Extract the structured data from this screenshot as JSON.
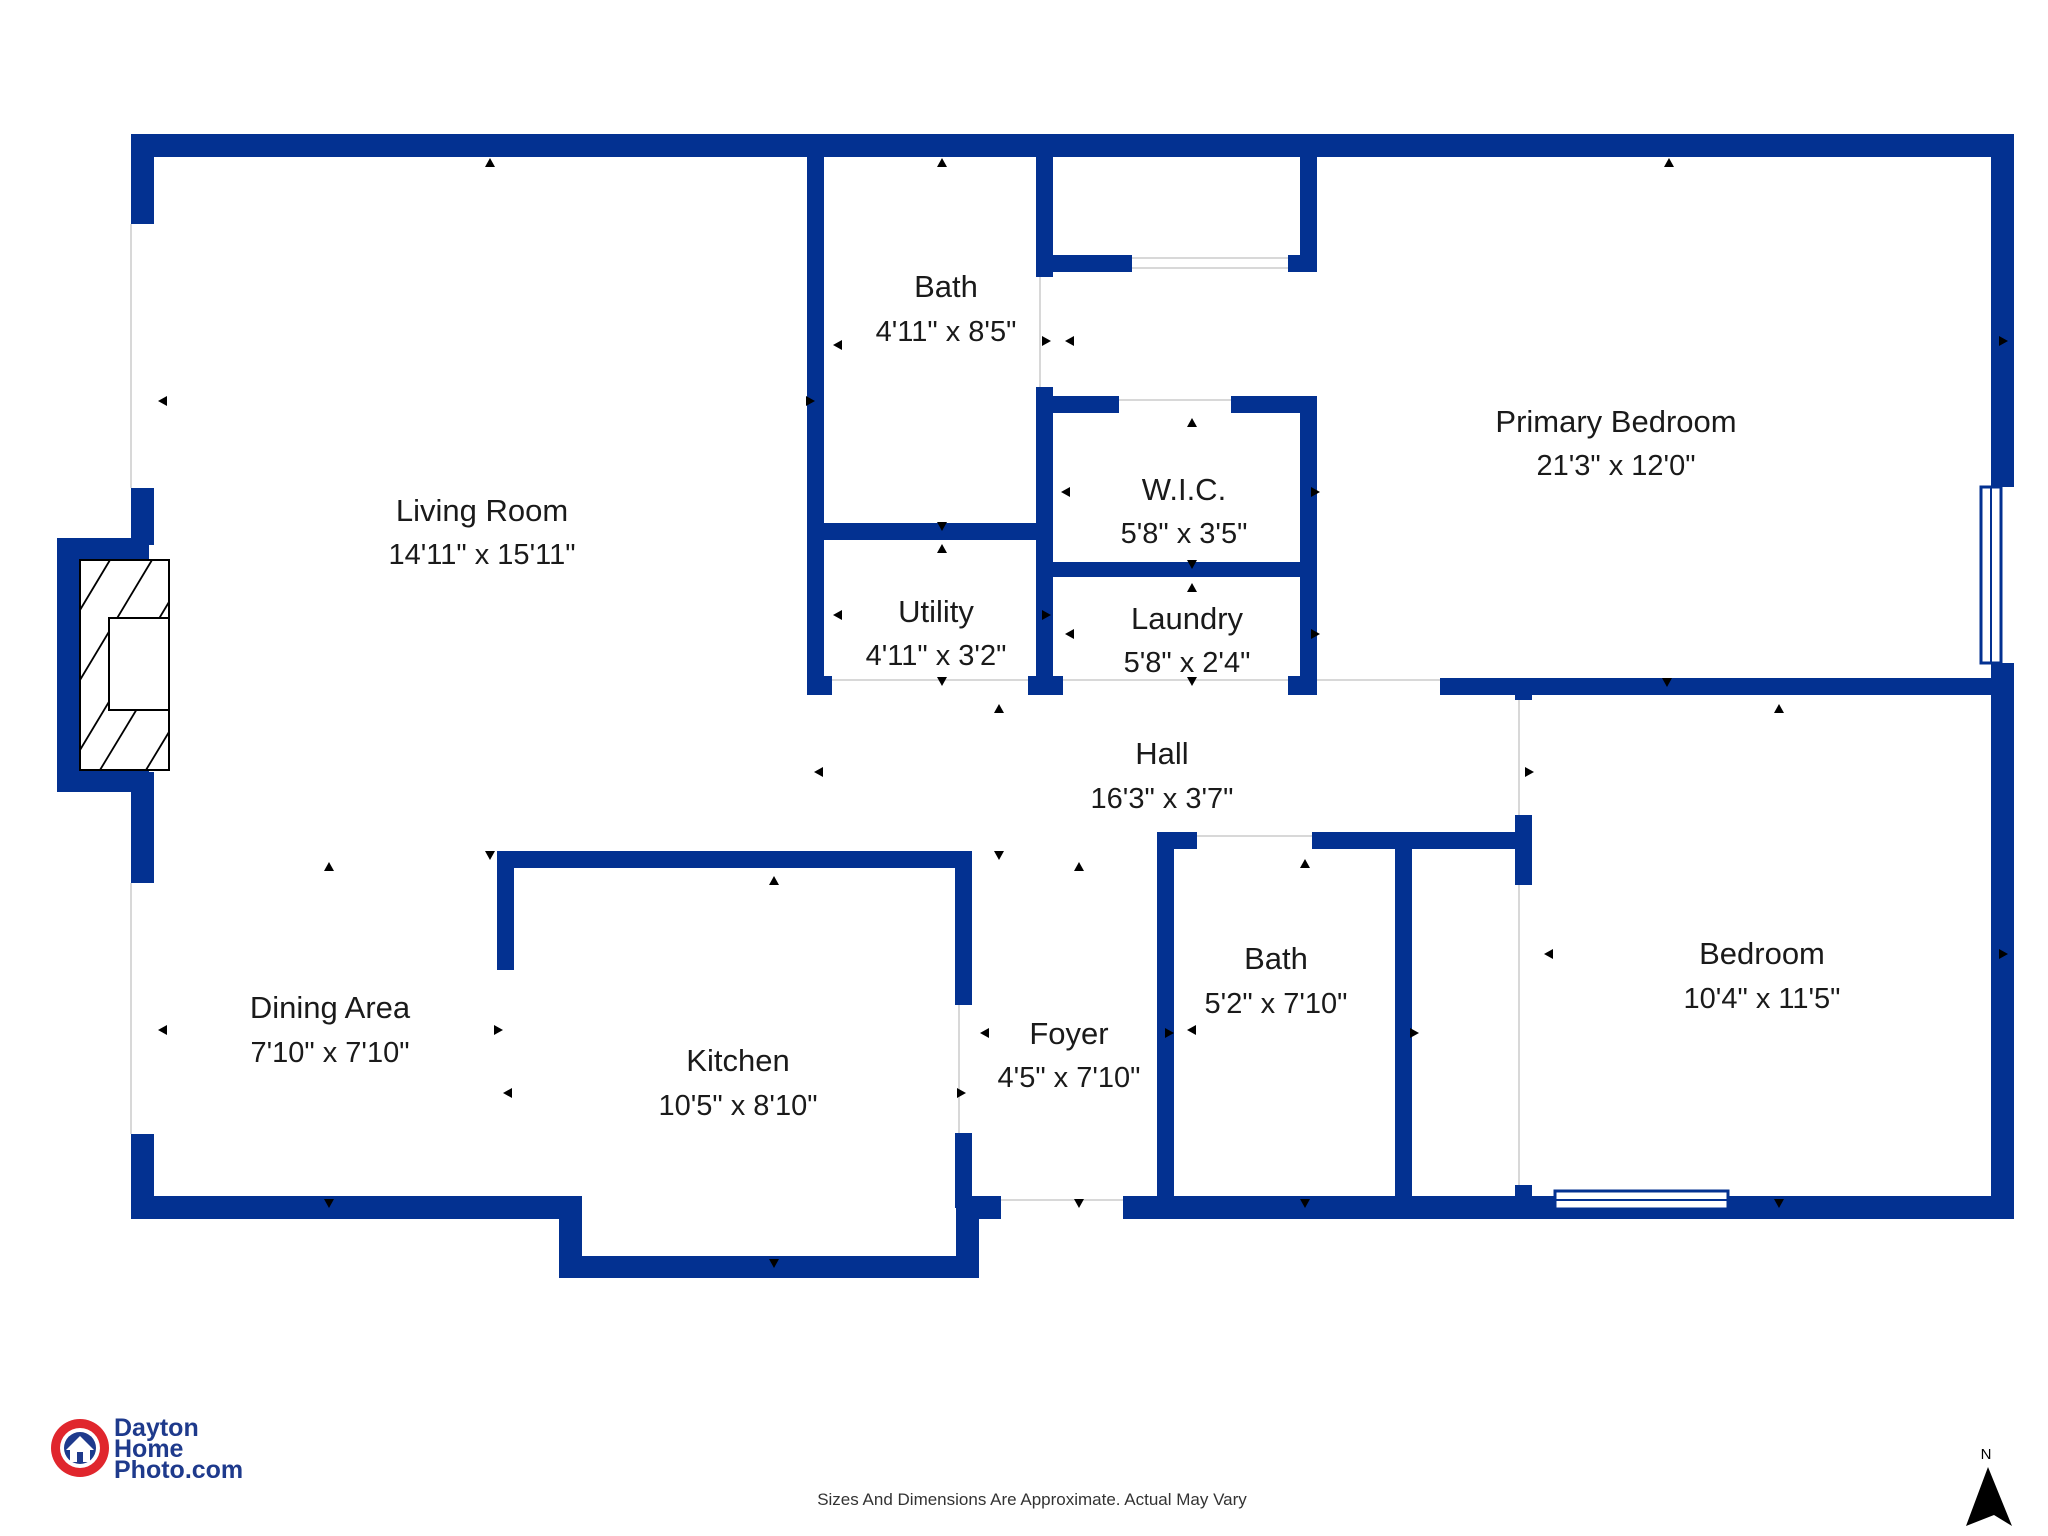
{
  "colors": {
    "wall": "#033191",
    "logo_red": "#e0262d",
    "logo_blue": "#1e3a8c"
  },
  "rooms": [
    {
      "name": "Living Room",
      "dims": "14'11\" x 15'11\""
    },
    {
      "name": "Bath",
      "dims": "4'11\" x 8'5\""
    },
    {
      "name": "Primary Bedroom",
      "dims": "21'3\" x 12'0\""
    },
    {
      "name": "W.I.C.",
      "dims": "5'8\" x 3'5\""
    },
    {
      "name": "Utility",
      "dims": "4'11\" x 3'2\""
    },
    {
      "name": "Laundry",
      "dims": "5'8\" x 2'4\""
    },
    {
      "name": "Hall",
      "dims": "16'3\" x 3'7\""
    },
    {
      "name": "Dining Area",
      "dims": "7'10\" x 7'10\""
    },
    {
      "name": "Kitchen",
      "dims": "10'5\" x 8'10\""
    },
    {
      "name": "Foyer",
      "dims": "4'5\" x 7'10\""
    },
    {
      "name": "Bath",
      "dims": "5'2\" x 7'10\""
    },
    {
      "name": "Bedroom",
      "dims": "10'4\" x 11'5\""
    }
  ],
  "logo": {
    "line1": "Dayton",
    "line2": "Home",
    "line3": "Photo.com",
    "icon": "house-camera-icon"
  },
  "footer_note": "Sizes And Dimensions Are Approximate. Actual May Vary",
  "compass": {
    "label": "N",
    "icon": "north-arrow-icon"
  }
}
